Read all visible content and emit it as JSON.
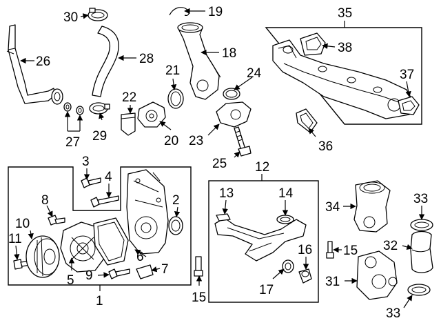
{
  "diagram": {
    "callouts": {
      "c1": "1",
      "c2": "2",
      "c3": "3",
      "c4": "4",
      "c5": "5",
      "c6": "6",
      "c7": "7",
      "c8": "8",
      "c9": "9",
      "c10": "10",
      "c11": "11",
      "c12": "12",
      "c13": "13",
      "c14": "14",
      "c15a": "15",
      "c15b": "15",
      "c16": "16",
      "c17": "17",
      "c18": "18",
      "c19": "19",
      "c20": "20",
      "c21": "21",
      "c22": "22",
      "c23": "23",
      "c24": "24",
      "c25": "25",
      "c26": "26",
      "c27": "27",
      "c28": "28",
      "c29": "29",
      "c30": "30",
      "c31": "31",
      "c32": "32",
      "c33a": "33",
      "c33b": "33",
      "c34": "34",
      "c35": "35",
      "c36": "36",
      "c37": "37",
      "c38": "38"
    }
  }
}
